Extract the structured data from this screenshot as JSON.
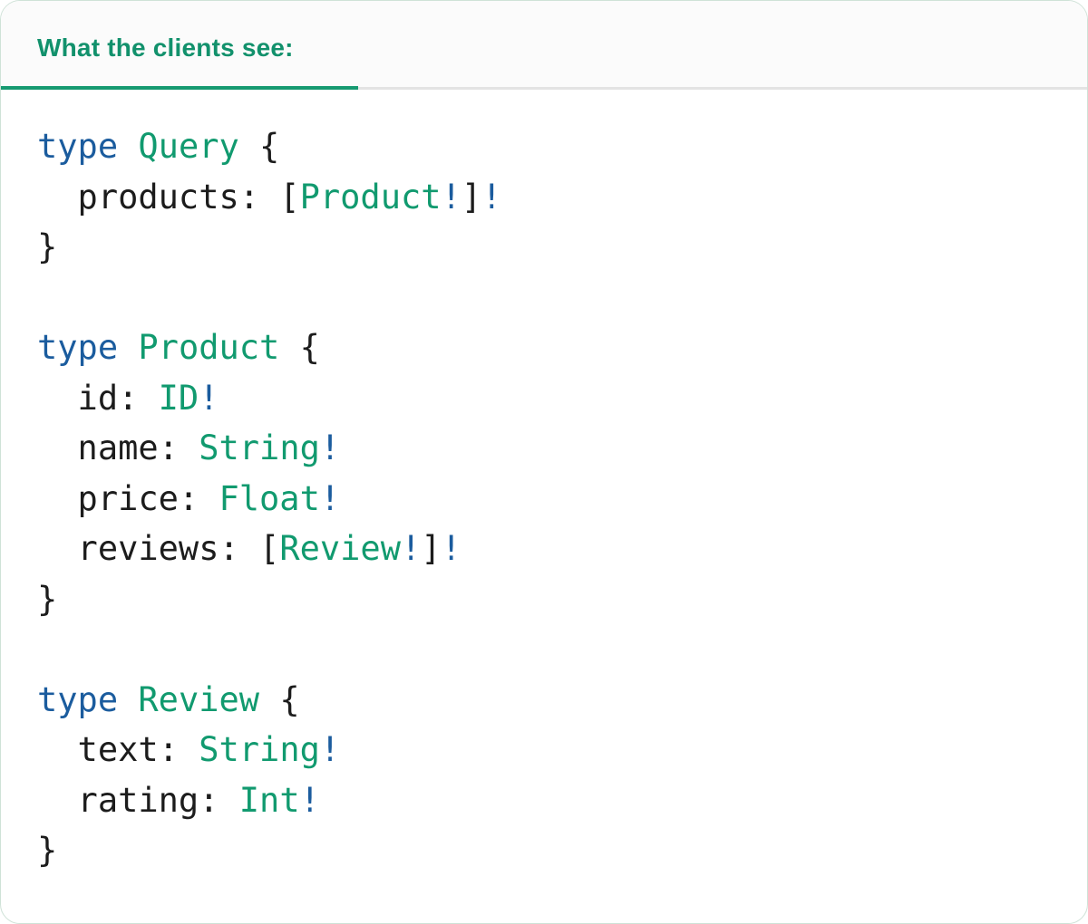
{
  "colors": {
    "accent_green": "#169A71",
    "title_green": "#12916C",
    "keyword_blue": "#1B5C9E",
    "type_green": "#119A6F",
    "code_text": "#1C1C1C",
    "divider_gray": "#E3E3E3",
    "card_border": "#CFE2D7",
    "header_bg": "#FBFBFB"
  },
  "tab": {
    "label": "What the clients see:"
  },
  "code": {
    "lines": [
      [
        {
          "t": "type ",
          "c": "kw"
        },
        {
          "t": "Query",
          "c": "tn"
        },
        {
          "t": " {",
          "c": "pl"
        }
      ],
      [
        {
          "t": "  products: [",
          "c": "pl"
        },
        {
          "t": "Product",
          "c": "tn"
        },
        {
          "t": "!",
          "c": "bang"
        },
        {
          "t": "]",
          "c": "pl"
        },
        {
          "t": "!",
          "c": "bang"
        }
      ],
      [
        {
          "t": "}",
          "c": "pl"
        }
      ],
      [],
      [
        {
          "t": "type ",
          "c": "kw"
        },
        {
          "t": "Product",
          "c": "tn"
        },
        {
          "t": " {",
          "c": "pl"
        }
      ],
      [
        {
          "t": "  id: ",
          "c": "pl"
        },
        {
          "t": "ID",
          "c": "tn"
        },
        {
          "t": "!",
          "c": "bang"
        }
      ],
      [
        {
          "t": "  name: ",
          "c": "pl"
        },
        {
          "t": "String",
          "c": "tn"
        },
        {
          "t": "!",
          "c": "bang"
        }
      ],
      [
        {
          "t": "  price: ",
          "c": "pl"
        },
        {
          "t": "Float",
          "c": "tn"
        },
        {
          "t": "!",
          "c": "bang"
        }
      ],
      [
        {
          "t": "  reviews: [",
          "c": "pl"
        },
        {
          "t": "Review",
          "c": "tn"
        },
        {
          "t": "!",
          "c": "bang"
        },
        {
          "t": "]",
          "c": "pl"
        },
        {
          "t": "!",
          "c": "bang"
        }
      ],
      [
        {
          "t": "}",
          "c": "pl"
        }
      ],
      [],
      [
        {
          "t": "type ",
          "c": "kw"
        },
        {
          "t": "Review",
          "c": "tn"
        },
        {
          "t": " {",
          "c": "pl"
        }
      ],
      [
        {
          "t": "  text: ",
          "c": "pl"
        },
        {
          "t": "String",
          "c": "tn"
        },
        {
          "t": "!",
          "c": "bang"
        }
      ],
      [
        {
          "t": "  rating: ",
          "c": "pl"
        },
        {
          "t": "Int",
          "c": "tn"
        },
        {
          "t": "!",
          "c": "bang"
        }
      ],
      [
        {
          "t": "}",
          "c": "pl"
        }
      ]
    ]
  }
}
